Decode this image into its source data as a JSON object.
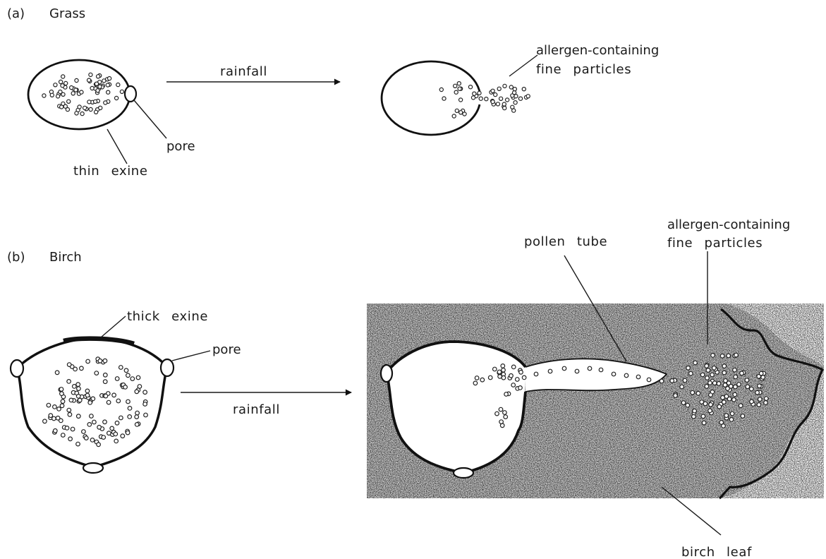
{
  "panels": {
    "grass": {
      "tag": "(a)",
      "title": "Grass",
      "arrow_label": "rainfall",
      "labels": {
        "pore": "pore",
        "thin_exine": "thin exine",
        "particles_line1": "allergen-containing",
        "particles_line2": "fine particles"
      }
    },
    "birch": {
      "tag": "(b)",
      "title": "Birch",
      "arrow_label": "rainfall",
      "labels": {
        "thick_exine": "thick exine",
        "pore": "pore",
        "pollen_tube": "pollen tube",
        "particles_line1": "allergen-containing",
        "particles_line2": "fine particles",
        "birch_leaf": "birch leaf"
      }
    }
  }
}
